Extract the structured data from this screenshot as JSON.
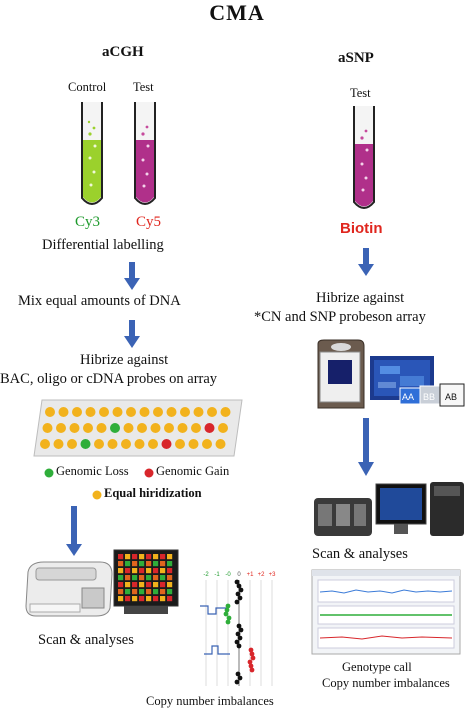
{
  "title": "CMA",
  "left": {
    "heading": "aCGH",
    "tube_labels": [
      "Control",
      "Test"
    ],
    "dyes": [
      "Cy3",
      "Cy5"
    ],
    "steps": [
      "Differential labelling",
      "Mix equal amounts of DNA",
      "Hibrize against",
      "BAC, oligo or cDNA probes on array"
    ],
    "legend": {
      "loss": "Genomic Loss",
      "gain": "Genomic Gain",
      "equal": "Equal hiridization"
    },
    "scan": "Scan & analyses",
    "imbalance_caption": "Copy number imbalances",
    "axis_ticks": [
      "-2",
      "-1",
      "-0",
      "0",
      "+1",
      "+2",
      "+3"
    ]
  },
  "right": {
    "heading": "aSNP",
    "tube_label": "Test",
    "dye": "Biotin",
    "steps": [
      "Hibrize against",
      "*CN and SNP probeson array"
    ],
    "genotype_labels": [
      "AA",
      "BB",
      "AB"
    ],
    "scan": "Scan & analyses",
    "caption1": "Genotype call",
    "caption2": "Copy number imbalances"
  },
  "colors": {
    "arrow": "#3b63b5",
    "green_dye": "#1e9a2c",
    "red_dye": "#e0261e",
    "loss_dot": "#2fae3a",
    "gain_dot": "#d8262b",
    "equal_dot": "#f2b21c"
  }
}
